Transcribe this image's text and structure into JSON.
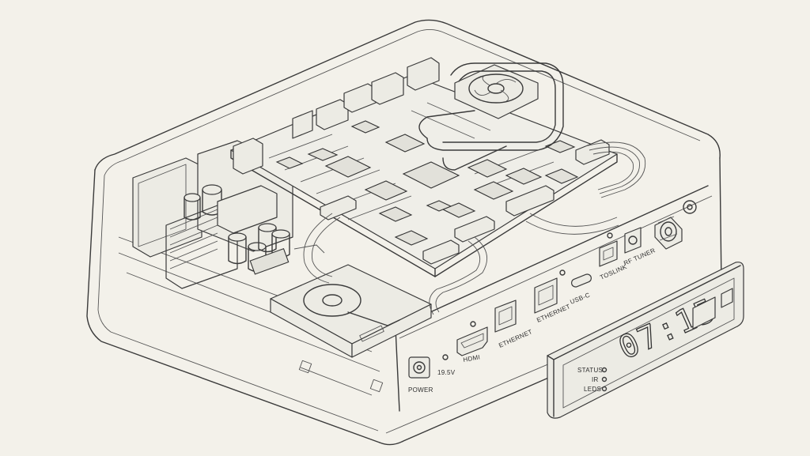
{
  "colors": {
    "background": "#f3f1ea",
    "line": "#3a3a3a"
  },
  "ports": {
    "power": "POWER",
    "voltage": "19.5V",
    "hdmi": "HDMI",
    "ethernet_1": "ETHERNET",
    "ethernet_2": "ETHERNET",
    "usb_c": "USB-C",
    "toslink": "TOSLINK",
    "rf_tuner": "RF TUNER"
  },
  "front_panel": {
    "clock": "07:15",
    "indicators": [
      "STATUS",
      "IR",
      "LEDS"
    ]
  }
}
